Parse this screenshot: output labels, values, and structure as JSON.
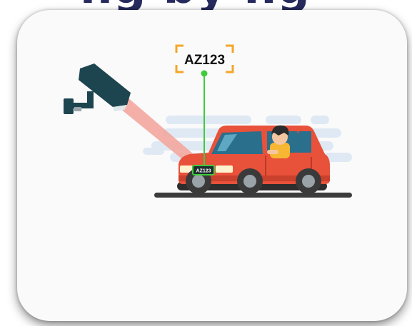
{
  "heading_fragment": "ng by ng",
  "detected_plate": "AZ123",
  "car_plate": "AZ123",
  "icons": [
    "security-camera-icon",
    "car-icon",
    "driver-icon",
    "bounding-box-icon"
  ],
  "colors": {
    "card_background": "#fafafa",
    "camera_body": "#1d4550",
    "camera_beam": "#f3a79f",
    "car_body": "#e8513a",
    "detection_line": "#3ecb3e",
    "bracket": "#f4a62a",
    "road": "#3b3b3b"
  }
}
